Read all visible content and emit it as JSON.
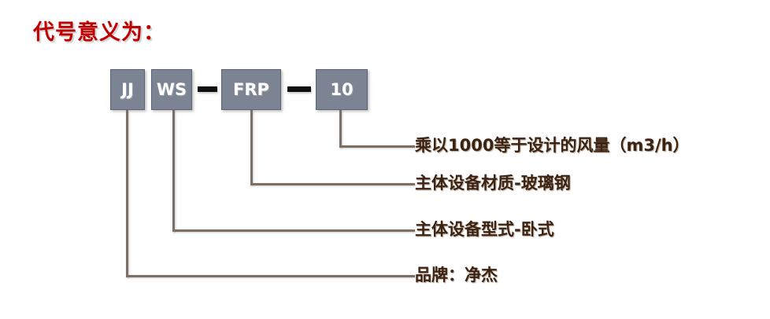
{
  "title": "代号意义为：",
  "colors": {
    "title": "#C00000",
    "box_fill": "#7C8494",
    "box_border": "#5A6275",
    "box_text": "#FFFFFF",
    "connector_line": "#7C6F66",
    "dash": "#101010",
    "label_text": "#3B2314",
    "background": "#FFFFFF"
  },
  "code_boxes": [
    {
      "id": "jj",
      "text": "JJ"
    },
    {
      "id": "ws",
      "text": "WS"
    },
    {
      "id": "frp",
      "text": "FRP"
    },
    {
      "id": "qty",
      "text": "10"
    }
  ],
  "separators": [
    {
      "id": "dash-1",
      "text": "—"
    },
    {
      "id": "dash-2",
      "text": "—"
    }
  ],
  "labels": [
    {
      "id": "qty",
      "text": "乘以1000等于设计的风量（m3/h）"
    },
    {
      "id": "frp",
      "text": "主体设备材质-玻璃钢"
    },
    {
      "id": "ws",
      "text": "主体设备型式-卧式"
    },
    {
      "id": "jj",
      "text": "品牌：净杰"
    }
  ]
}
